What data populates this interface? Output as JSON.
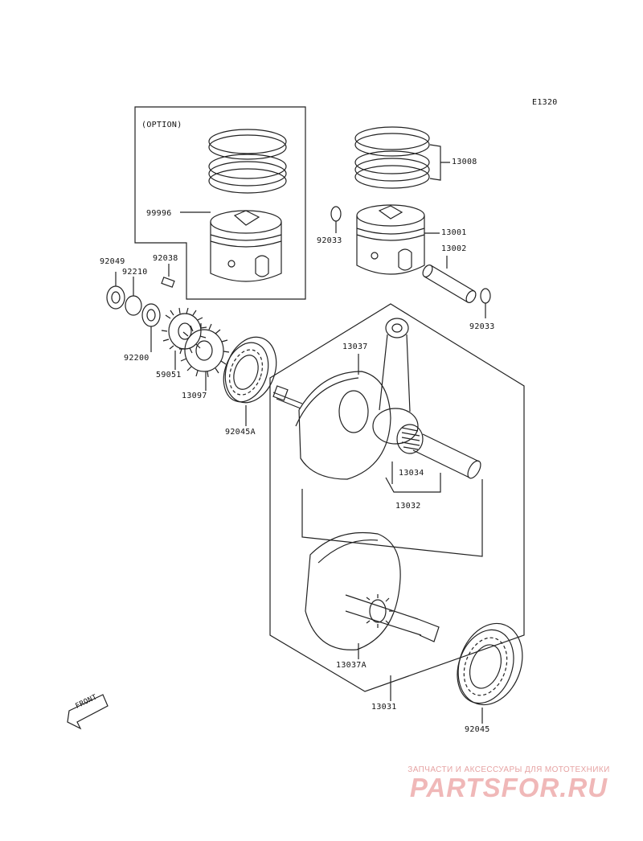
{
  "diagram_code": "E1320",
  "option_label": "(OPTION)",
  "front_label": "FRONT",
  "parts": {
    "p13008": "13008",
    "p99996": "99996",
    "p92033a": "92033",
    "p13001": "13001",
    "p13002": "13002",
    "p92033b": "92033",
    "p92049": "92049",
    "p92038": "92038",
    "p92210": "92210",
    "p92200": "92200",
    "p59051": "59051",
    "p13097": "13097",
    "p92045A": "92045A",
    "p13037": "13037",
    "p13034": "13034",
    "p13032": "13032",
    "p13037A": "13037A",
    "p13031": "13031",
    "p92045": "92045"
  },
  "watermark": {
    "tagline": "ЗАПЧАСТИ И АКСЕССУАРЫ ДЛЯ МОТОТЕХНИКИ",
    "brand": "PARTSFOR.RU"
  }
}
